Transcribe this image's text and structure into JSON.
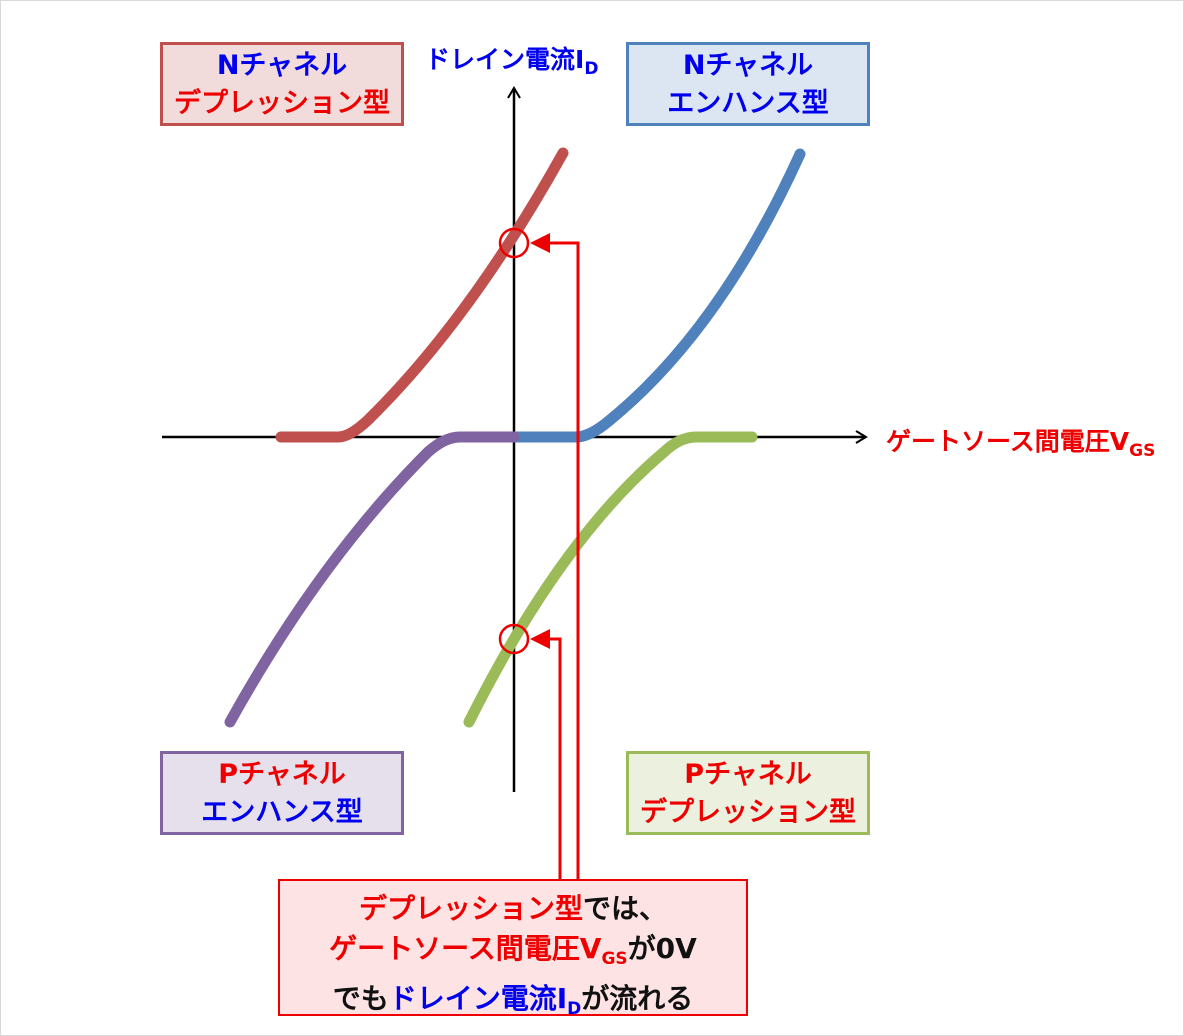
{
  "axes": {
    "y_label": "ドレイン電流I",
    "y_label_sub": "D",
    "x_label": "ゲートソース間電圧V",
    "x_label_sub": "GS"
  },
  "quadrant_boxes": {
    "n_depletion": {
      "line1": "Nチャネル",
      "line2": "デプレッション型",
      "border": "#c0504d",
      "fill": "#f2dcdb"
    },
    "n_enhancement": {
      "line1": "Nチャネル",
      "line2": "エンハンス型",
      "border": "#4f81bd",
      "fill": "#dce6f2"
    },
    "p_enhancement": {
      "line1": "Pチャネル",
      "line2": "エンハンス型",
      "border": "#8064a2",
      "fill": "#e6e0ec"
    },
    "p_depletion": {
      "line1": "Pチャネル",
      "line2": "デプレッション型",
      "border": "#9bbb59",
      "fill": "#ebf1de"
    }
  },
  "curves": [
    {
      "name": "Nチャネル デプレッション型",
      "color": "#c0504d"
    },
    {
      "name": "Nチャネル エンハンス型",
      "color": "#4f81bd"
    },
    {
      "name": "Pチャネル エンハンス型",
      "color": "#8064a2"
    },
    {
      "name": "Pチャネル デプレッション型",
      "color": "#9bbb59"
    }
  ],
  "note": {
    "line1_red": "デプレッション型",
    "line1_black": "では、",
    "line2_red": "ゲートソース間電圧V",
    "line2_sub": "GS",
    "line2_black": "が0V",
    "line3_black1": "でも",
    "line3_blue": "ドレイン電流I",
    "line3_sub": "D",
    "line3_black2": "が流れる"
  }
}
